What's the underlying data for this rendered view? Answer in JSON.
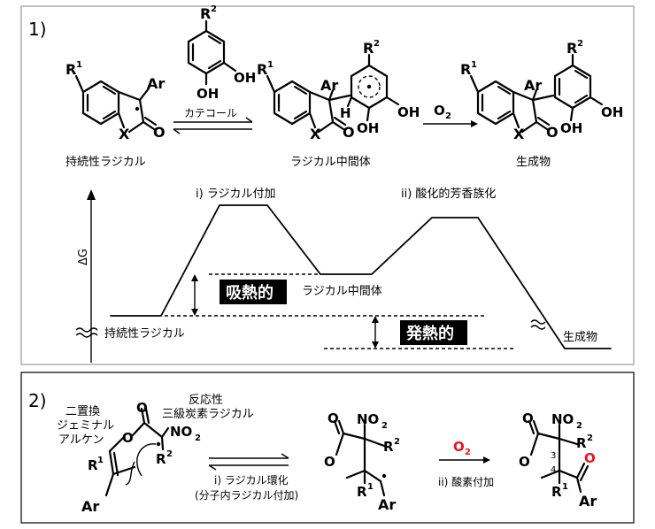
{
  "panel1": {
    "number": "1)",
    "catechol_label": "カテコール",
    "caption_persistent": "持続性ラジカル",
    "caption_intermediate": "ラジカル中間体",
    "caption_product": "生成物",
    "o2_label": "O",
    "o2_sub": "2",
    "atoms": {
      "r1": "R",
      "r1_sup": "1",
      "r2": "R",
      "r2_sup": "2",
      "ar": "Ar",
      "x": "X",
      "o": "O",
      "oh": "OH",
      "h": "H"
    },
    "energy": {
      "axis_label": "ΔG",
      "step1_label": "i) ラジカル付加",
      "step2_label": "ii) 酸化的芳香族化",
      "endothermic_label": "吸熱的",
      "exothermic_label": "発熱的",
      "start_label": "持続性ラジカル",
      "intermediate_label": "ラジカル中間体",
      "product_label": "生成物"
    }
  },
  "panel2": {
    "number": "2)",
    "alkene_label": [
      "二置換",
      "ジェミナル",
      "アルケン"
    ],
    "radical_label": [
      "反応性",
      "三級炭素ラジカル"
    ],
    "step1_label": "i) ラジカル環化",
    "step1_sub": "(分子内ラジカル付加)",
    "step2_label": "ii) 酸素付加",
    "o2_label": "O",
    "o2_sub": "2",
    "o2_color": "#e8141e",
    "red_o_color": "#e8141e",
    "atoms": {
      "no2": "NO",
      "no2_sub": "2",
      "r1": "R",
      "r1_sup": "1",
      "r2": "R",
      "r2_sup": "2",
      "ar": "Ar",
      "o": "O",
      "n3": "3",
      "n4": "4"
    }
  }
}
